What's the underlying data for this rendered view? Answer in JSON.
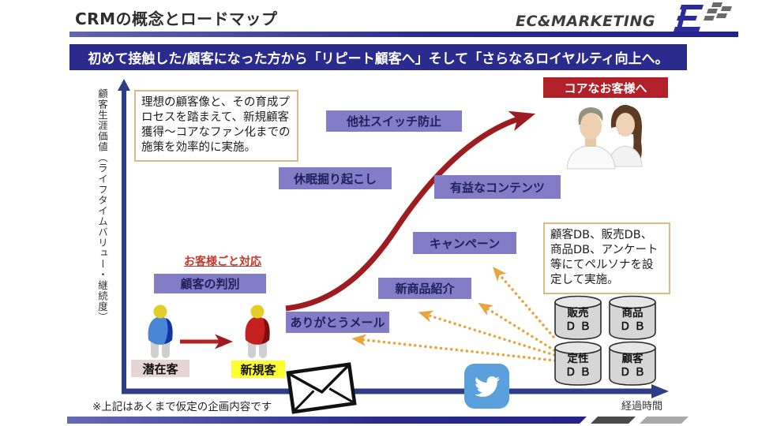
{
  "slide": {
    "title": "CRMの概念とロードマップ",
    "logo": "EC&MARKETING",
    "banner": "初めて接触した/顧客になった方から「リピート顧客へ」そして「さらなるロイヤルティ向上へ。",
    "y_axis_label": "顧客生涯価値（ライフタイムバリュー・継続度）",
    "x_axis_label": "経過時間",
    "footnote": "※上記はあくまで仮定の企画内容です"
  },
  "notes": {
    "strategy": "理想の顧客像と、その育成プロセスを踏まえて、新規顧客獲得～コアなファン化までの施策を効率的に実施。",
    "database": "顧客DB、販売DB、商品DB、アンケート等にてペルソナを設定して実施。"
  },
  "actions": [
    {
      "label": "他社スイッチ防止"
    },
    {
      "label": "休眠掘り起こし"
    },
    {
      "label": "有益なコンテンツ"
    },
    {
      "label": "キャンペーン"
    },
    {
      "label": "新商品紹介"
    },
    {
      "label": "ありがとうメール"
    },
    {
      "label": "顧客の判別"
    }
  ],
  "labels": {
    "per_customer": "お客様ごと対応",
    "core_customer": "コアなお客様へ",
    "latent": "潜在客",
    "new_customer": "新規客"
  },
  "databases": [
    {
      "name": "販売",
      "suffix": "ＤＢ"
    },
    {
      "name": "商品",
      "suffix": "ＤＢ"
    },
    {
      "name": "定性",
      "suffix": "ＤＢ"
    },
    {
      "name": "顧客",
      "suffix": "ＤＢ"
    }
  ],
  "colors": {
    "banner_bg": "#2b2b8e",
    "action_bg": "#837dc7",
    "core_bg": "#b22028",
    "curve_red": "#9e1c20",
    "arrow_orange": "#e9a43b",
    "axis_navy": "#2e3d85",
    "latent_bg": "#e7d4d4",
    "new_bg": "#ffff2e",
    "note_border": "#d9ba8a",
    "twitter_blue": "#59a0dc"
  }
}
